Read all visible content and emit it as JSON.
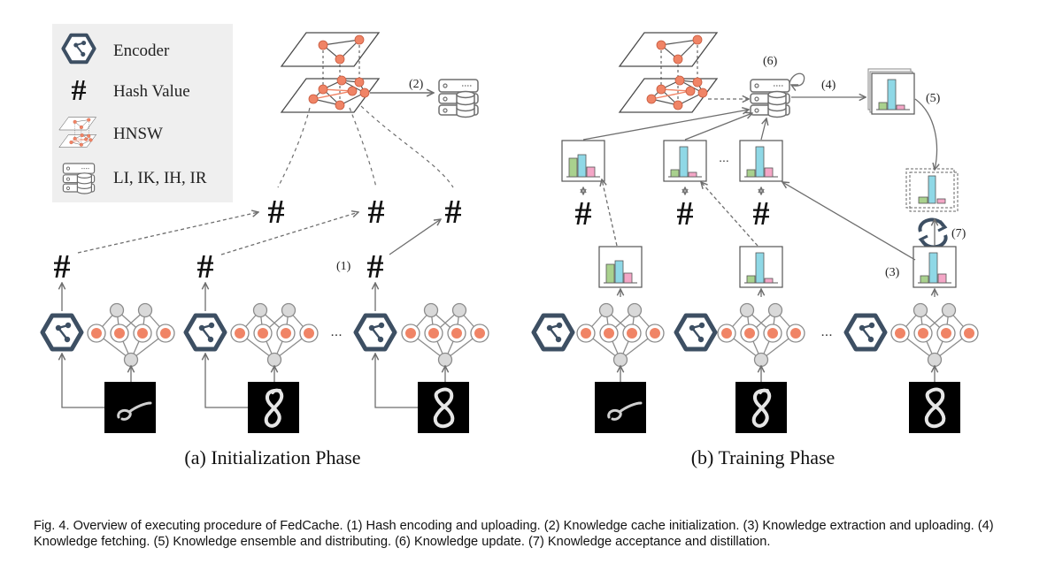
{
  "legend": {
    "encoder": "Encoder",
    "hash": "Hash Value",
    "hnsw": "HNSW",
    "server": "LI, IK, IH, IR"
  },
  "hash_symbol": "#",
  "steps": {
    "s1": "(1)",
    "s2": "(2)",
    "s3": "(3)",
    "s4": "(4)",
    "s5": "(5)",
    "s6": "(6)",
    "s7": "(7)"
  },
  "ellipsis": "...",
  "panels": {
    "a": "(a) Initialization Phase",
    "b": "(b) Training Phase"
  },
  "caption": "Fig. 4. Overview of executing procedure of FedCache. (1) Hash encoding and uploading. (2) Knowledge cache initialization. (3) Knowledge extraction and uploading. (4) Knowledge fetching. (5) Knowledge ensemble and distributing. (6) Knowledge update. (7) Knowledge acceptance and distillation.",
  "colors": {
    "node_orange": "#f08466",
    "node_gray": "#d9d9d9",
    "line_gray": "#7f7f7f",
    "legend_bg": "#efefef",
    "bar_green": "#a9d18e",
    "bar_cyan": "#8fd8e6",
    "bar_pink": "#f4a6c6"
  }
}
